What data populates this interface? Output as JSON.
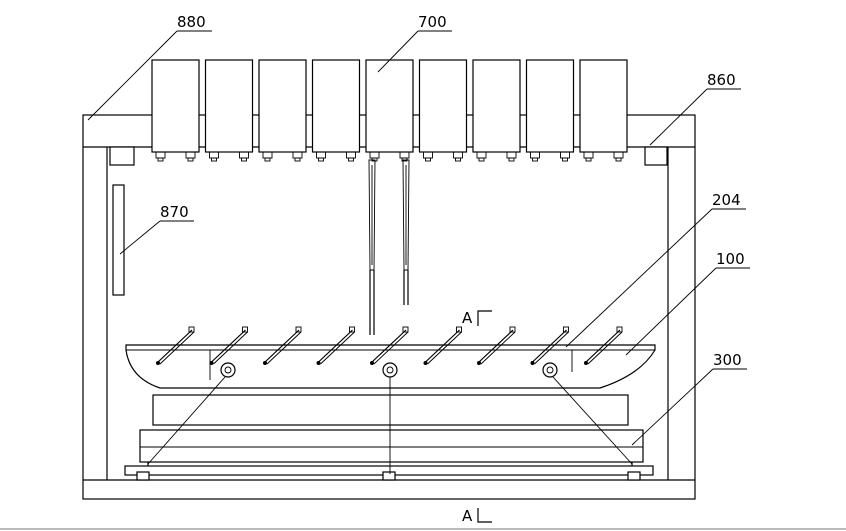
{
  "labels": {
    "frame_top": "880",
    "module": "700",
    "corner_block": "860",
    "side_panel": "870",
    "pin": "204",
    "tray": "100",
    "base": "300"
  },
  "section_mark": "A",
  "counts": {
    "modules": 9,
    "rods": 9
  }
}
